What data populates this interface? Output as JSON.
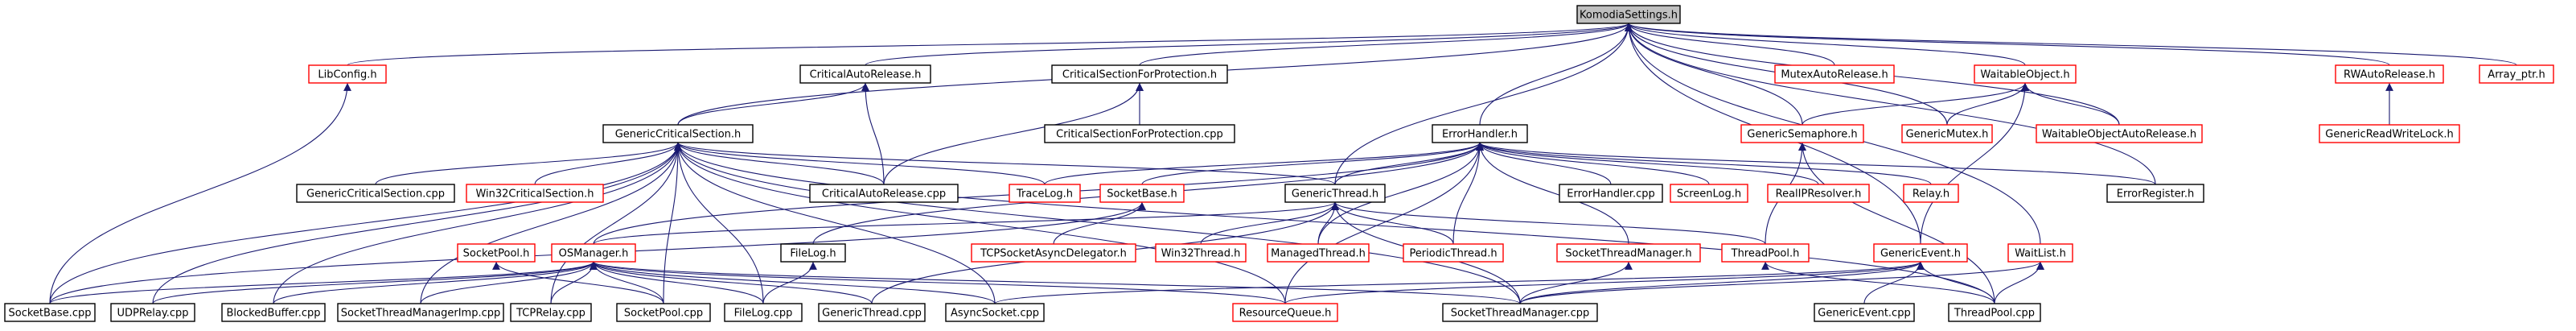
{
  "graph": {
    "title": "",
    "edge_color": "#191970",
    "root_fill": "#bfbfbf",
    "documented_border": "#000000",
    "undocumented_border": "#ff0000",
    "nodes": [
      {
        "id": "komodia",
        "label": "KomodiaSettings.h",
        "style": "root"
      },
      {
        "id": "libconfig",
        "label": "LibConfig.h",
        "style": "red"
      },
      {
        "id": "criticalautorelease_h",
        "label": "CriticalAutoRelease.h",
        "style": "black"
      },
      {
        "id": "csfp_h",
        "label": "CriticalSectionForProtection.h",
        "style": "black"
      },
      {
        "id": "mutexautorelease",
        "label": "MutexAutoRelease.h",
        "style": "red"
      },
      {
        "id": "waitableobject",
        "label": "WaitableObject.h",
        "style": "red"
      },
      {
        "id": "rwautorelease",
        "label": "RWAutoRelease.h",
        "style": "red"
      },
      {
        "id": "arrayptr",
        "label": "Array_ptr.h",
        "style": "red"
      },
      {
        "id": "genericcs_h",
        "label": "GenericCriticalSection.h",
        "style": "black"
      },
      {
        "id": "csfp_cpp",
        "label": "CriticalSectionForProtection.cpp",
        "style": "black"
      },
      {
        "id": "genericsemaphore",
        "label": "GenericSemaphore.h",
        "style": "red"
      },
      {
        "id": "genericmutex",
        "label": "GenericMutex.h",
        "style": "red"
      },
      {
        "id": "waitableobjar",
        "label": "WaitableObjectAutoRelease.h",
        "style": "red"
      },
      {
        "id": "genericrwlock",
        "label": "GenericReadWriteLock.h",
        "style": "red"
      },
      {
        "id": "errorhandler_h",
        "label": "ErrorHandler.h",
        "style": "black"
      },
      {
        "id": "genericcs_cpp",
        "label": "GenericCriticalSection.cpp",
        "style": "black"
      },
      {
        "id": "win32cs",
        "label": "Win32CriticalSection.h",
        "style": "red"
      },
      {
        "id": "criticalautorelease_cpp",
        "label": "CriticalAutoRelease.cpp",
        "style": "black"
      },
      {
        "id": "tracelog",
        "label": "TraceLog.h",
        "style": "red"
      },
      {
        "id": "socketbase_h",
        "label": "SocketBase.h",
        "style": "red"
      },
      {
        "id": "genericthread_h",
        "label": "GenericThread.h",
        "style": "black"
      },
      {
        "id": "errorhandler_cpp",
        "label": "ErrorHandler.cpp",
        "style": "black"
      },
      {
        "id": "screenlog",
        "label": "ScreenLog.h",
        "style": "red"
      },
      {
        "id": "realipresolver",
        "label": "RealIPResolver.h",
        "style": "red"
      },
      {
        "id": "relay",
        "label": "Relay.h",
        "style": "red"
      },
      {
        "id": "errorregister",
        "label": "ErrorRegister.h",
        "style": "black"
      },
      {
        "id": "socketpool_h",
        "label": "SocketPool.h",
        "style": "red"
      },
      {
        "id": "osmanager",
        "label": "OSManager.h",
        "style": "red"
      },
      {
        "id": "filelog_h",
        "label": "FileLog.h",
        "style": "black"
      },
      {
        "id": "tcpsocketasync",
        "label": "TCPSocketAsyncDelegator.h",
        "style": "red"
      },
      {
        "id": "win32thread",
        "label": "Win32Thread.h",
        "style": "red"
      },
      {
        "id": "managedthread",
        "label": "ManagedThread.h",
        "style": "red"
      },
      {
        "id": "periodicthread",
        "label": "PeriodicThread.h",
        "style": "red"
      },
      {
        "id": "socketthreadmanager_h",
        "label": "SocketThreadManager.h",
        "style": "red"
      },
      {
        "id": "threadpool_h",
        "label": "ThreadPool.h",
        "style": "red"
      },
      {
        "id": "genericevent_h",
        "label": "GenericEvent.h",
        "style": "red"
      },
      {
        "id": "waitlist",
        "label": "WaitList.h",
        "style": "red"
      },
      {
        "id": "socketbase_cpp",
        "label": "SocketBase.cpp",
        "style": "black"
      },
      {
        "id": "udprelay",
        "label": "UDPRelay.cpp",
        "style": "black"
      },
      {
        "id": "blockedbuffer",
        "label": "BlockedBuffer.cpp",
        "style": "black"
      },
      {
        "id": "stmimp",
        "label": "SocketThreadManagerImp.cpp",
        "style": "black"
      },
      {
        "id": "tcprelay",
        "label": "TCPRelay.cpp",
        "style": "black"
      },
      {
        "id": "socketpool_cpp",
        "label": "SocketPool.cpp",
        "style": "black"
      },
      {
        "id": "filelog_cpp",
        "label": "FileLog.cpp",
        "style": "black"
      },
      {
        "id": "genericthread_cpp",
        "label": "GenericThread.cpp",
        "style": "black"
      },
      {
        "id": "asyncsocket",
        "label": "AsyncSocket.cpp",
        "style": "black"
      },
      {
        "id": "resourcequeue",
        "label": "ResourceQueue.h",
        "style": "red"
      },
      {
        "id": "stm_cpp",
        "label": "SocketThreadManager.cpp",
        "style": "black"
      },
      {
        "id": "genericevent_cpp",
        "label": "GenericEvent.cpp",
        "style": "black"
      },
      {
        "id": "threadpool_cpp",
        "label": "ThreadPool.cpp",
        "style": "black"
      }
    ],
    "edges": [
      [
        "libconfig",
        "komodia"
      ],
      [
        "criticalautorelease_h",
        "komodia"
      ],
      [
        "csfp_h",
        "komodia"
      ],
      [
        "mutexautorelease",
        "komodia"
      ],
      [
        "waitableobject",
        "komodia"
      ],
      [
        "rwautorelease",
        "komodia"
      ],
      [
        "arrayptr",
        "komodia"
      ],
      [
        "genericcs_h",
        "komodia"
      ],
      [
        "genericsemaphore",
        "komodia"
      ],
      [
        "genericmutex",
        "komodia"
      ],
      [
        "waitableobjar",
        "komodia"
      ],
      [
        "errorhandler_h",
        "komodia"
      ],
      [
        "genericthread_h",
        "komodia"
      ],
      [
        "errorregister",
        "komodia"
      ],
      [
        "genericevent_h",
        "komodia"
      ],
      [
        "waitlist",
        "komodia"
      ],
      [
        "socketbase_cpp",
        "libconfig"
      ],
      [
        "genericcs_h",
        "criticalautorelease_h"
      ],
      [
        "criticalautorelease_cpp",
        "criticalautorelease_h"
      ],
      [
        "csfp_cpp",
        "csfp_h"
      ],
      [
        "criticalautorelease_cpp",
        "csfp_h"
      ],
      [
        "genericrwlock",
        "rwautorelease"
      ],
      [
        "genericsemaphore",
        "waitableobject"
      ],
      [
        "genericmutex",
        "waitableobject"
      ],
      [
        "waitableobjar",
        "waitableobject"
      ],
      [
        "genericevent_h",
        "waitableobject"
      ],
      [
        "genericcs_cpp",
        "genericcs_h"
      ],
      [
        "win32cs",
        "genericcs_h"
      ],
      [
        "criticalautorelease_cpp",
        "genericcs_h"
      ],
      [
        "tracelog",
        "genericcs_h"
      ],
      [
        "genericthread_h",
        "genericcs_h"
      ],
      [
        "socketbase_cpp",
        "genericcs_h"
      ],
      [
        "udprelay",
        "genericcs_h"
      ],
      [
        "blockedbuffer",
        "genericcs_h"
      ],
      [
        "stmimp",
        "genericcs_h"
      ],
      [
        "tcprelay",
        "genericcs_h"
      ],
      [
        "socketpool_cpp",
        "genericcs_h"
      ],
      [
        "filelog_cpp",
        "genericcs_h"
      ],
      [
        "asyncsocket",
        "genericcs_h"
      ],
      [
        "resourcequeue",
        "genericcs_h"
      ],
      [
        "stm_cpp",
        "genericcs_h"
      ],
      [
        "threadpool_cpp",
        "genericcs_h"
      ],
      [
        "threadpool_h",
        "genericsemaphore"
      ],
      [
        "threadpool_cpp",
        "genericsemaphore"
      ],
      [
        "tracelog",
        "errorhandler_h"
      ],
      [
        "socketbase_h",
        "errorhandler_h"
      ],
      [
        "genericthread_h",
        "errorhandler_h"
      ],
      [
        "errorhandler_cpp",
        "errorhandler_h"
      ],
      [
        "screenlog",
        "errorhandler_h"
      ],
      [
        "realipresolver",
        "errorhandler_h"
      ],
      [
        "relay",
        "errorhandler_h"
      ],
      [
        "errorregister",
        "errorhandler_h"
      ],
      [
        "osmanager",
        "errorhandler_h"
      ],
      [
        "filelog_h",
        "errorhandler_h"
      ],
      [
        "managedthread",
        "errorhandler_h"
      ],
      [
        "periodicthread",
        "errorhandler_h"
      ],
      [
        "socketthreadmanager_h",
        "errorhandler_h"
      ],
      [
        "resourcequeue",
        "errorhandler_h"
      ],
      [
        "socketbase_cpp",
        "socketbase_h"
      ],
      [
        "tcpsocketasync",
        "socketbase_h"
      ],
      [
        "osmanager",
        "genericthread_h"
      ],
      [
        "win32thread",
        "genericthread_h"
      ],
      [
        "managedthread",
        "genericthread_h"
      ],
      [
        "periodicthread",
        "genericthread_h"
      ],
      [
        "threadpool_h",
        "genericthread_h"
      ],
      [
        "stm_cpp",
        "genericthread_h"
      ],
      [
        "genericthread_cpp",
        "genericthread_h"
      ],
      [
        "socketpool_cpp",
        "socketpool_h"
      ],
      [
        "socketbase_cpp",
        "osmanager"
      ],
      [
        "udprelay",
        "osmanager"
      ],
      [
        "blockedbuffer",
        "osmanager"
      ],
      [
        "stmimp",
        "osmanager"
      ],
      [
        "tcprelay",
        "osmanager"
      ],
      [
        "socketpool_cpp",
        "osmanager"
      ],
      [
        "filelog_cpp",
        "osmanager"
      ],
      [
        "genericthread_cpp",
        "osmanager"
      ],
      [
        "asyncsocket",
        "osmanager"
      ],
      [
        "resourcequeue",
        "osmanager"
      ],
      [
        "stm_cpp",
        "osmanager"
      ],
      [
        "filelog_cpp",
        "filelog_h"
      ],
      [
        "stm_cpp",
        "socketthreadmanager_h"
      ],
      [
        "threadpool_cpp",
        "threadpool_h"
      ],
      [
        "genericevent_cpp",
        "genericevent_h"
      ],
      [
        "threadpool_cpp",
        "genericevent_h"
      ],
      [
        "resourcequeue",
        "genericevent_h"
      ],
      [
        "stm_cpp",
        "genericevent_h"
      ],
      [
        "asyncsocket",
        "genericevent_h"
      ],
      [
        "threadpool_cpp",
        "waitlist"
      ],
      [
        "stm_cpp",
        "waitlist"
      ]
    ]
  }
}
